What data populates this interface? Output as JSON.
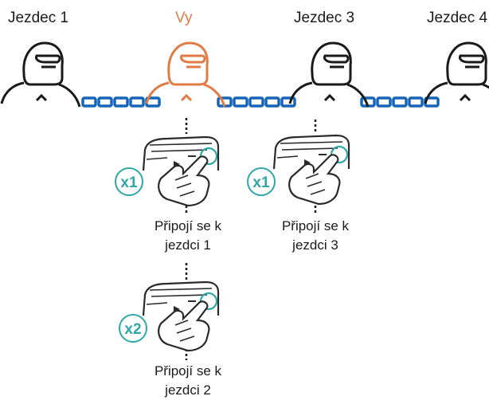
{
  "riders": [
    {
      "label": "Jezdec 1",
      "is_you": false
    },
    {
      "label": "Vy",
      "is_you": true
    },
    {
      "label": "Jezdec 3",
      "is_you": false
    },
    {
      "label": "Jezdec 4",
      "is_you": false
    }
  ],
  "actions": [
    {
      "press_count": "x1",
      "caption_line1": "Připojí se k",
      "caption_line2": "jezdci 1"
    },
    {
      "press_count": "x1",
      "caption_line1": "Připojí se k",
      "caption_line2": "jezdci 3"
    },
    {
      "press_count": "x2",
      "caption_line1": "Připojí se k",
      "caption_line2": "jezdci 2"
    }
  ],
  "colors": {
    "you": "#e07b45",
    "rider": "#1a1a1a",
    "chain": "#1565b8",
    "badge": "#2ea7a6",
    "text": "#1a1a1a"
  }
}
